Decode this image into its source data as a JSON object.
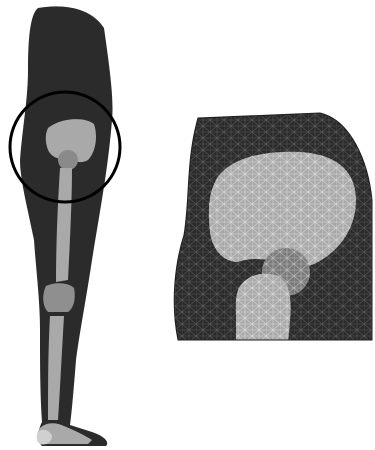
{
  "figure": {
    "type": "biomechanical finite element model",
    "panels": [
      {
        "panel": "full-leg"
      },
      {
        "panel": "hip-zoom"
      }
    ],
    "colors": {
      "soft_tissue": "#2b2b2b",
      "bone": "#a9a9a9",
      "cartilage": "#7a7a7a",
      "mesh_line_dark": "#555555",
      "mesh_line_light": "#d8d8d8",
      "highlight_circle": "#000000"
    }
  }
}
